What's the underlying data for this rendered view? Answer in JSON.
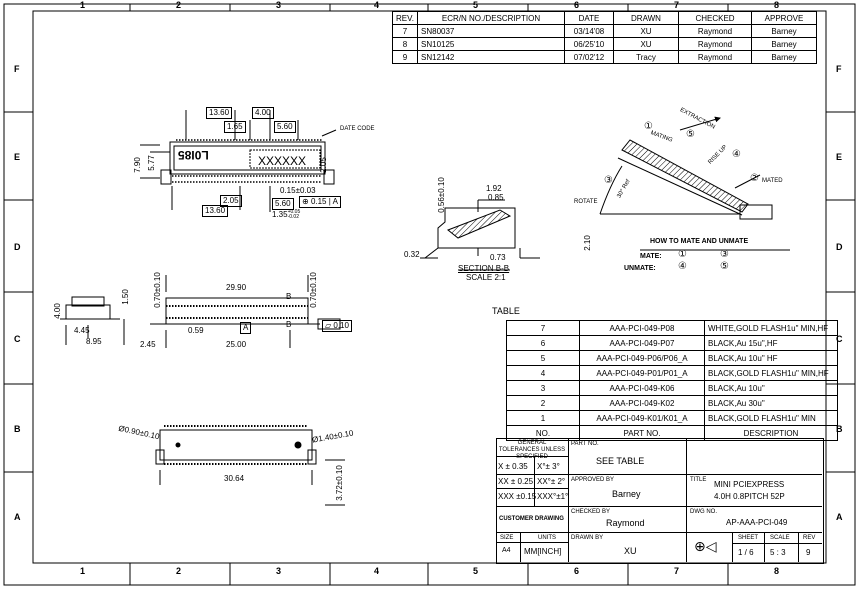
{
  "zones_top": [
    "1",
    "2",
    "3",
    "4",
    "5",
    "6",
    "7",
    "8"
  ],
  "zones_side": [
    "F",
    "E",
    "D",
    "C",
    "B",
    "A"
  ],
  "revision_table": {
    "headers": [
      "REV.",
      "ECR/N NO./DESCRIPTION",
      "DATE",
      "DRAWN",
      "CHECKED",
      "APPROVE"
    ],
    "rows": [
      [
        "7",
        "SN80037",
        "03/14'08",
        "XU",
        "Raymond",
        "Barney"
      ],
      [
        "8",
        "SN10125",
        "06/25'10",
        "XU",
        "Raymond",
        "Barney"
      ],
      [
        "9",
        "SN12142",
        "07/02'12",
        "Tracy",
        "Raymond",
        "Barney"
      ]
    ]
  },
  "top_view": {
    "dims": [
      "13.60",
      "4.00",
      "1.65",
      "5.60",
      "7.90",
      "5.77",
      "2.05",
      "0.15±0.03",
      "2.05",
      "5.60",
      "0.15",
      "A",
      "13.60",
      "1.35"
    ],
    "tol_plus": "+0.05",
    "tol_minus": "-0.02",
    "date_code_label": "DATE CODE",
    "part_mark": "XXXXXX",
    "date_code_value": "L0I85"
  },
  "section_view": {
    "dims": [
      "0.56±0.10",
      "1.92",
      "0.85",
      "0.32",
      "0.73",
      "2.10"
    ],
    "label": "SECTION  B-B",
    "scale": "SCALE  2:1"
  },
  "mate_view": {
    "labels": [
      "EXTRACTION",
      "MATING",
      "RISE UP",
      "ROTATE",
      "MATED",
      "30° Ref"
    ],
    "numbers": [
      "①",
      "⑤",
      "④",
      "③",
      "②"
    ],
    "howto_title": "HOW TO MATE AND UNMATE",
    "mate_label": "MATE:",
    "mate_from": "①",
    "mate_to": "③",
    "unmate_label": "UNMATE:",
    "unmate_from": "④",
    "unmate_to": "⑤"
  },
  "side_view": {
    "dims": [
      "4.00",
      "4.45",
      "8.95",
      "1.50"
    ]
  },
  "front_view": {
    "dims": [
      "0.70±0.10",
      "29.90",
      "0.70±0.10",
      "2.45",
      "0.59",
      "25.00",
      "0.10",
      "B",
      "B",
      "A"
    ]
  },
  "bottom_view": {
    "dims": [
      "Ø0.90±0.10",
      "Ø1.40±0.10",
      "30.64",
      "3.72±0.10"
    ]
  },
  "table_caption": "TABLE",
  "bom": {
    "rows": [
      [
        "7",
        "AAA-PCI-049-P08",
        "WHITE,GOLD FLASH1u\" MIN,HF"
      ],
      [
        "6",
        "AAA-PCI-049-P07",
        "BLACK,Au 15u\",HF"
      ],
      [
        "5",
        "AAA-PCI-049-P06/P06_A",
        "BLACK,Au 10u\" HF"
      ],
      [
        "4",
        "AAA-PCI-049-P01/P01_A",
        "BLACK,GOLD FLASH1u\" MIN,HF"
      ],
      [
        "3",
        "AAA-PCI-049-K06",
        "BLACK,Au 10u\""
      ],
      [
        "2",
        "AAA-PCI-049-K02",
        "BLACK,Au 30u\""
      ],
      [
        "1",
        "AAA-PCI-049-K01/K01_A",
        "BLACK,GOLD FLASH1u\" MIN"
      ]
    ],
    "headers": [
      "NO.",
      "PART NO.",
      "DESCRIPTION"
    ]
  },
  "title_block": {
    "tol_title": "GENERAL TOLERANCES UNLESS SPECIFIED",
    "tol_rows": [
      [
        "X ± 0.35",
        "X°± 3°"
      ],
      [
        "XX ± 0.25",
        "XX°± 2°"
      ],
      [
        "XXX ±0.15",
        "XXX°±1°"
      ]
    ],
    "part_no_label": "PART NO.",
    "part_no_value": "SEE TABLE",
    "approved_label": "APPROVED BY",
    "approved_value": "Barney",
    "title_label": "TITLE",
    "title_line1": "MINI PCIEXPRESS",
    "title_line2": "4.0H 0.8PITCH 52P",
    "customer_drawing": "CUSTOMER DRAWING",
    "checked_label": "CHECKED BY",
    "checked_value": "Raymond",
    "dwg_label": "DWG NO.",
    "dwg_value": "AP-AAA-PCI-049",
    "size_label": "SIZE",
    "size_value": "A4",
    "units_label": "UNITS",
    "units_value": "MM[INCH]",
    "drawn_label": "DRAWN BY",
    "drawn_value": "XU",
    "sheet_label": "SHEET",
    "sheet_value": "1 / 6",
    "scale_label": "SCALE",
    "scale_value": "5 : 3",
    "rev_label": "REV",
    "rev_value": "9"
  }
}
